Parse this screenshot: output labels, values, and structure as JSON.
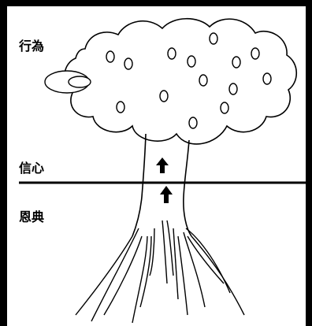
{
  "labels": {
    "fruit": "行為",
    "trunk": "信心",
    "roots": "恩典"
  },
  "colors": {
    "ink": "#000000",
    "background": "#ffffff"
  },
  "icons": {
    "upper_arrow": "up-arrow-icon",
    "lower_arrow": "up-arrow-icon"
  }
}
